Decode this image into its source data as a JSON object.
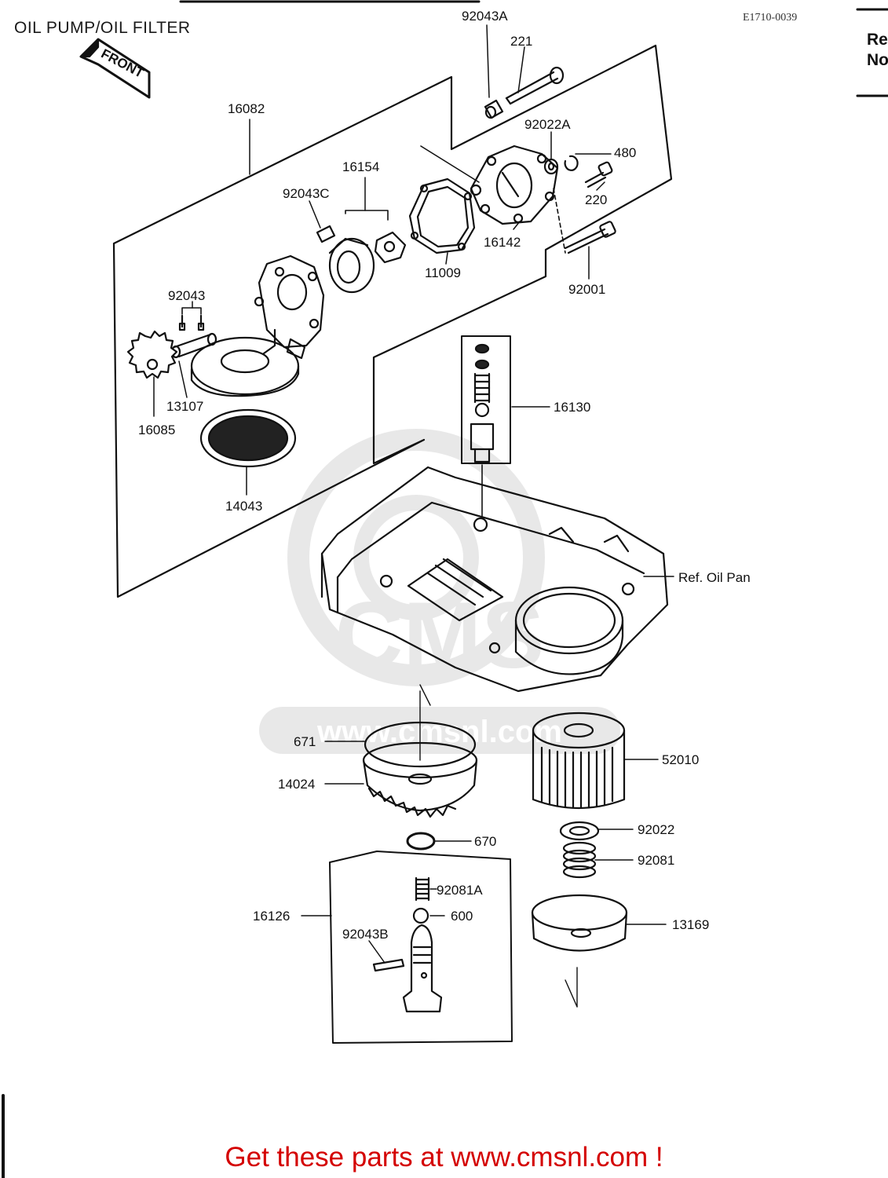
{
  "title": "OIL PUMP/OIL FILTER",
  "diagram_code": "E1710-0039",
  "front_sign": "FRONT",
  "ref_note": [
    "Re",
    "No"
  ],
  "watermark": {
    "logo_text": "CMS",
    "url_text": "www.cmsnl.com"
  },
  "part_labels": {
    "p92043A": "92043A",
    "p221": "221",
    "p16082": "16082",
    "p92022A": "92022A",
    "p480": "480",
    "p16154": "16154",
    "p92043C": "92043C",
    "p220": "220",
    "p16142": "16142",
    "p11009": "11009",
    "p92001": "92001",
    "p92043": "92043",
    "p13107": "13107",
    "p16085": "16085",
    "p16130": "16130",
    "p14043": "14043",
    "ref_oil_pan": "Ref. Oil Pan",
    "p671": "671",
    "p52010": "52010",
    "p14024": "14024",
    "p670": "670",
    "p92022": "92022",
    "p92081": "92081",
    "p92081A": "92081A",
    "p600": "600",
    "p16126": "16126",
    "p92043B": "92043B",
    "p13169": "13169"
  },
  "footer": {
    "link_text": "Get these parts at www.cmsnl.com !",
    "link_color": "#d40000"
  }
}
